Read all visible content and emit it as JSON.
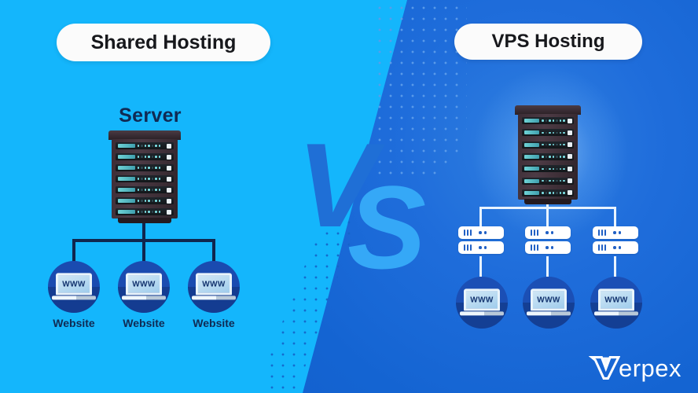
{
  "theme": {
    "left_bg": "#14b6fc",
    "right_bg": "#1464d2",
    "pill_bg": "#fbfbfb",
    "pill_text": "#17181c",
    "dark_navy": "#10264e",
    "light_line": "#e8f3ff",
    "vs_v_color": "#1f6fd6",
    "vs_s_color": "#35a8f7",
    "dots_light_side": "#1465c9",
    "dots_dark_side": "#5c9cea"
  },
  "left_panel": {
    "pill_label": "Shared Hosting",
    "server_label": "Server",
    "server_slot_count": 7,
    "websites": [
      {
        "icon": "laptop-www-icon",
        "screen_text": "WWW",
        "label": "Website"
      },
      {
        "icon": "laptop-www-icon",
        "screen_text": "WWW",
        "label": "Website"
      },
      {
        "icon": "laptop-www-icon",
        "screen_text": "WWW",
        "label": "Website"
      }
    ]
  },
  "right_panel": {
    "pill_label": "VPS Hosting",
    "server_slot_count": 7,
    "vps_nodes": [
      {
        "icon": "vps-node-icon",
        "box_count": 2
      },
      {
        "icon": "vps-node-icon",
        "box_count": 2
      },
      {
        "icon": "vps-node-icon",
        "box_count": 2
      }
    ],
    "clients": [
      {
        "icon": "laptop-www-icon",
        "screen_text": "WWW"
      },
      {
        "icon": "laptop-www-icon",
        "screen_text": "WWW"
      },
      {
        "icon": "laptop-www-icon",
        "screen_text": "WWW"
      }
    ]
  },
  "divider": {
    "vs_v": "V",
    "vs_s": "S"
  },
  "branding": {
    "logo_mark": "verpex-v-mark-icon",
    "logo_word": "erpex"
  }
}
